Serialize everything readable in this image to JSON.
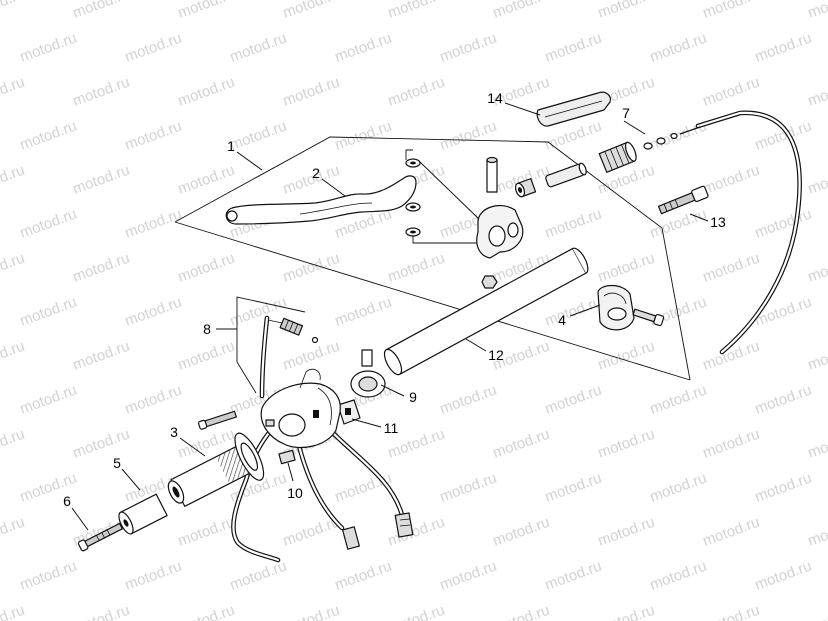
{
  "callouts": [
    "1",
    "2",
    "3",
    "4",
    "5",
    "6",
    "7",
    "8",
    "9",
    "10",
    "11",
    "12",
    "13",
    "14"
  ],
  "watermark": "motod.ru",
  "colors": {
    "line": "#111111",
    "watermark": "#d2d2d2",
    "background": "#ffffff"
  }
}
